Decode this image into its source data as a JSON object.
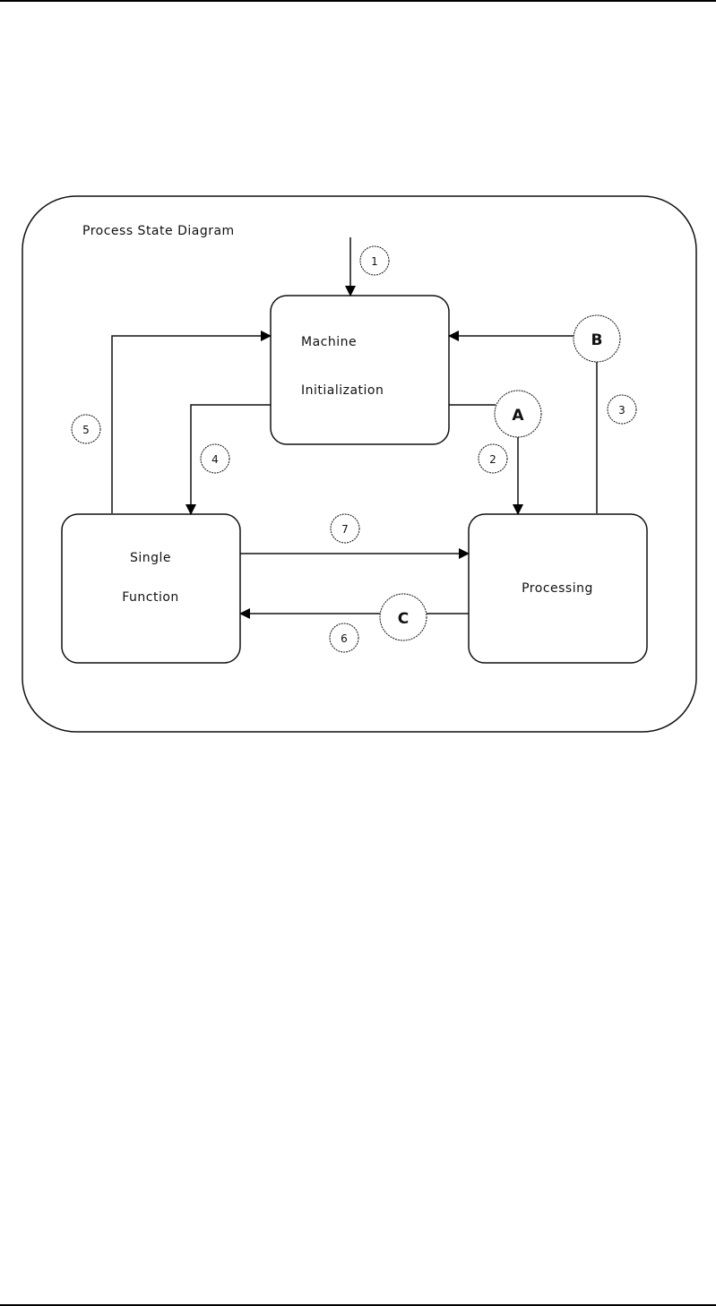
{
  "diagram": {
    "title": "Process State Diagram",
    "states": {
      "machine_init": {
        "line1": "Machine",
        "line2": "Initialization"
      },
      "single_function": {
        "line1": "Single",
        "line2": "Function"
      },
      "processing": {
        "line1": "Processing"
      }
    },
    "connectors": {
      "a": "A",
      "b": "B",
      "c": "C"
    },
    "transitions": {
      "t1": "1",
      "t2": "2",
      "t3": "3",
      "t4": "4",
      "t5": "5",
      "t6": "6",
      "t7": "7"
    }
  }
}
